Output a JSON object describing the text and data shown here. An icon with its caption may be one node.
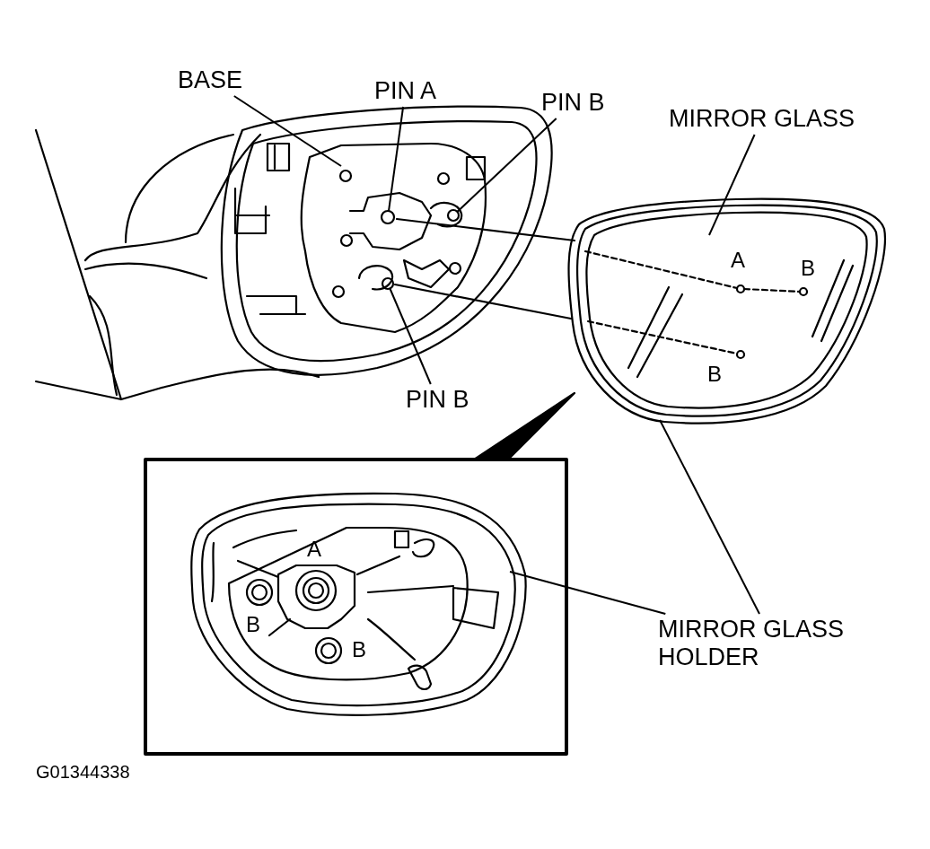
{
  "diagram": {
    "nodes": [
      {
        "text": [
          "BASE"
        ]
      },
      {
        "text": [
          "PIN A"
        ]
      },
      {
        "text": [
          "PIN B"
        ]
      },
      {
        "text": [
          "MIRROR GLASS"
        ]
      },
      {
        "text": [
          "PIN B"
        ]
      },
      {
        "text": [
          "MIRROR GLASS HOLDER"
        ]
      },
      {
        "text": [],
        "shape": "picture"
      },
      {
        "text": [],
        "shape": "circle",
        "in": 6
      },
      {
        "text": [],
        "shape": "circle",
        "in": 6
      },
      {
        "text": [],
        "shape": "circle",
        "in": 6
      },
      {
        "text": [],
        "shape": "picture"
      },
      {
        "text": [],
        "shape": "picture",
        "in": 10
      },
      {
        "text": [],
        "shape": "picture"
      }
    ],
    "edges": [
      {
        "from": 0,
        "to": 6,
        "arrow": "none"
      },
      {
        "from": 1,
        "to": 7,
        "arrow": "none"
      },
      {
        "from": 2,
        "to": 8,
        "arrow": "none"
      },
      {
        "from": 3,
        "to": 11,
        "arrow": "none"
      },
      {
        "from": 4,
        "to": 9,
        "arrow": "none"
      },
      {
        "from": 5,
        "to": 10,
        "arrow": "none"
      },
      {
        "from": 5,
        "to": 12,
        "arrow": "none"
      }
    ],
    "labels": [
      "A",
      "B",
      "B",
      "A",
      "B",
      "B",
      "G01344338"
    ]
  }
}
